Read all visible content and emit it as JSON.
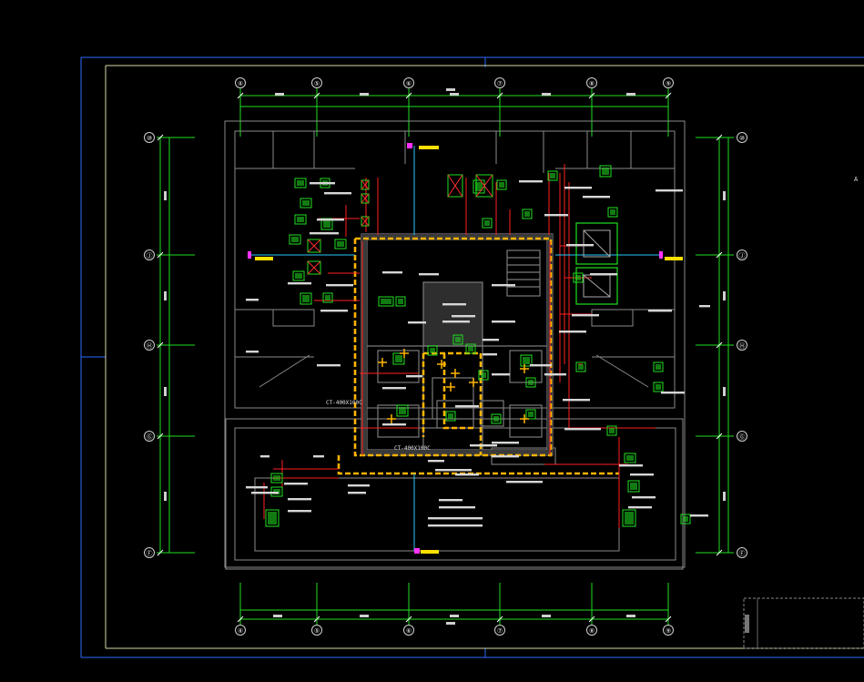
{
  "drawing": {
    "colors": {
      "background": "#000000",
      "viewport_frame": "#2a6cff",
      "title_frame": "#d8d8a8",
      "grid": "#1fe01f",
      "wall": "#8a8a8a",
      "cable_tray": "#ffb400",
      "power_line": "#ff2020",
      "equipment": "#1fe01f",
      "annotation": "#e0e0e0",
      "marker": "#ff33ff",
      "leader": "#29c8ff"
    },
    "axis_bubbles_top": [
      "④",
      "⑤",
      "⑥",
      "⑦",
      "⑧",
      "⑨"
    ],
    "axis_bubbles_bottom": [
      "④",
      "⑤",
      "⑥",
      "⑦",
      "⑧",
      "⑨"
    ],
    "axis_bubbles_left": [
      "⑩",
      "Ⓙ",
      "Ⓗ",
      "Ⓖ",
      "Ⓕ"
    ],
    "axis_bubbles_right": [
      "⑩",
      "Ⓙ",
      "Ⓗ",
      "Ⓖ",
      "Ⓕ"
    ],
    "corner_mark": "A",
    "tray_labels": {
      "left": "CT-400X100C",
      "center": "CT-400X100C"
    }
  }
}
